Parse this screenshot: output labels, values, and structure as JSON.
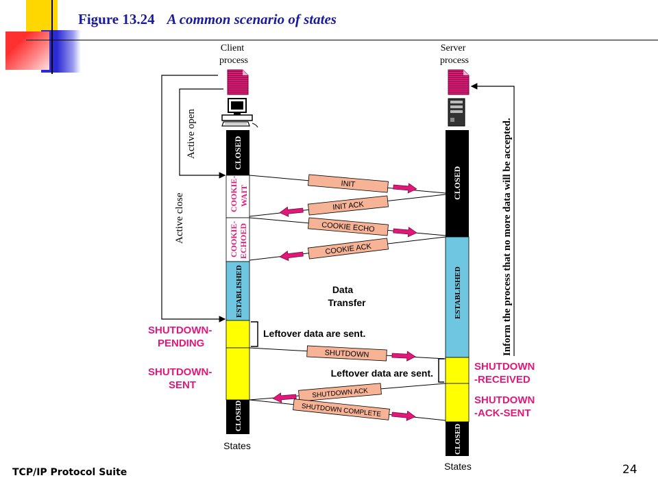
{
  "slide": {
    "figure_number": "Figure 13.24",
    "figure_caption": "A common scenario of states",
    "footer_left": "TCP/IP Protocol Suite",
    "page_number": "24"
  },
  "client": {
    "title_line1": "Client",
    "title_line2": "process",
    "states_label": "States",
    "states": [
      "CLOSED",
      "COOKIE-",
      "WAIT",
      "COOKIE-",
      "ECHOED",
      "ESTABLISHED",
      "CLOSED"
    ],
    "outer_labels": [
      "SHUTDOWN-",
      "PENDING",
      "SHUTDOWN-",
      "SENT"
    ]
  },
  "server": {
    "title_line1": "Server",
    "title_line2": "process",
    "states_label": "States",
    "states": [
      "CLOSED",
      "ESTABLISHED",
      "CLOSED"
    ],
    "outer_labels": [
      "SHUTDOWN",
      "-RECEIVED",
      "SHUTDOWN",
      "-ACK-SENT"
    ]
  },
  "messages": [
    "INIT",
    "INIT ACK",
    "COOKIE ECHO",
    "COOKIE ACK",
    "SHUTDOWN",
    "SHUTDOWN ACK",
    "SHUTDOWN COMPLETE"
  ],
  "annotations": {
    "active_open": "Active open",
    "active_close": "Active close",
    "data_transfer_line1": "Data",
    "data_transfer_line2": "Transfer",
    "leftover_client": "Leftover data are sent.",
    "leftover_server": "Leftover data are sent.",
    "inform": "Inform the process that no more data will be accepted."
  },
  "colors": {
    "title_blue": "#1a1a9c",
    "magenta": "#e0187a",
    "established_blue": "#6ec6e0",
    "shutdown_yellow": "#ffff00",
    "message_box": "#f6b396",
    "arrow": "#e0187a",
    "deco_yellow": "#ffd700",
    "deco_red": "#ff3030",
    "deco_blue": "#2b2bd6"
  }
}
